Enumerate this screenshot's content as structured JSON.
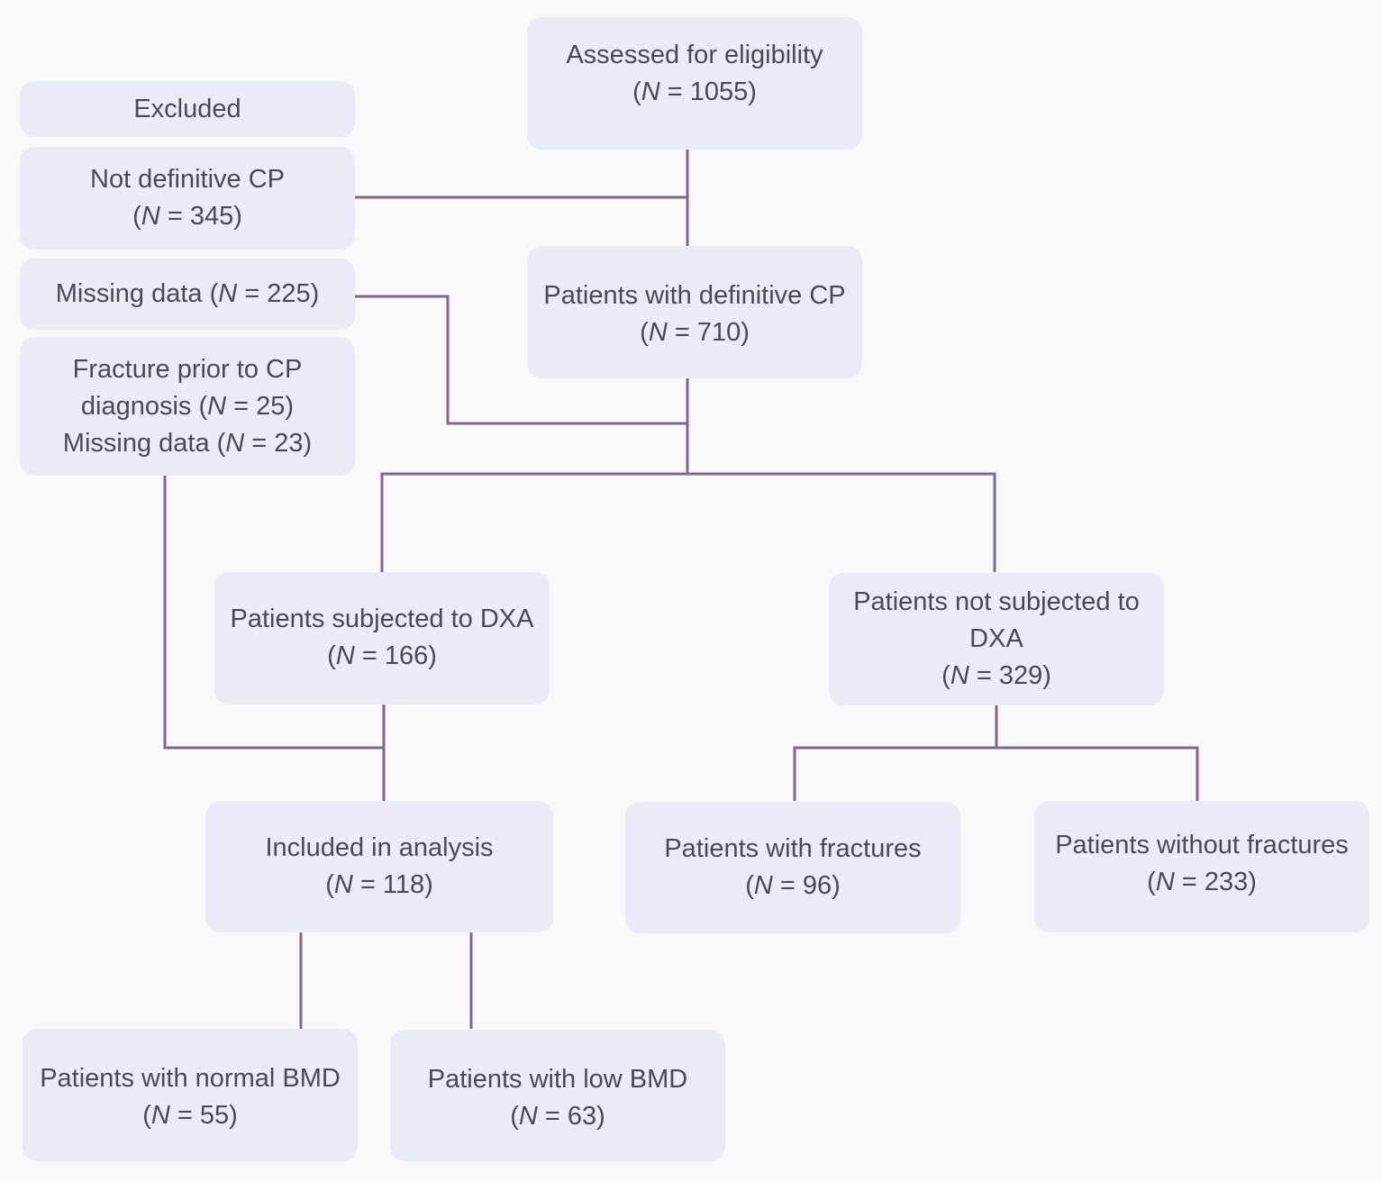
{
  "boxes": {
    "assessed": {
      "line1": "Assessed for eligibility",
      "count_prefix": "(",
      "n": "N",
      "count_suffix": " = 1055)"
    },
    "excluded": {
      "label": "Excluded"
    },
    "not_definitive": {
      "line1": "Not definitive CP",
      "count_prefix": "(",
      "n": "N",
      "count_suffix": " = 345)"
    },
    "missing_data_1": {
      "prefix": "Missing data (",
      "n": "N",
      "suffix": " = 225)"
    },
    "definitive": {
      "line1": "Patients with definitive CP",
      "count_prefix": "(",
      "n": "N",
      "count_suffix": " = 710)"
    },
    "fracture_prior": {
      "line1": "Fracture prior to CP",
      "line2_prefix": "diagnosis (",
      "line2_n": "N",
      "line2_suffix": " = 25)",
      "line3_prefix": "Missing data (",
      "line3_n": "N",
      "line3_suffix": " = 23)"
    },
    "dxa": {
      "line1": "Patients subjected to DXA",
      "count_prefix": "(",
      "n": "N",
      "count_suffix": " = 166)"
    },
    "no_dxa": {
      "line1": "Patients not subjected to",
      "line2": "DXA",
      "count_prefix": "(",
      "n": "N",
      "count_suffix": " = 329)"
    },
    "included": {
      "line1": "Included in analysis",
      "count_prefix": "(",
      "n": "N",
      "count_suffix": " = 118)"
    },
    "with_fractures": {
      "line1": "Patients with fractures",
      "count_prefix": "(",
      "n": "N",
      "count_suffix": " = 96)"
    },
    "without_fractures": {
      "line1": "Patients without fractures",
      "count_prefix": "(",
      "n": "N",
      "count_suffix": " = 233)"
    },
    "normal_bmd": {
      "line1": "Patients with normal BMD",
      "count_prefix": "(",
      "n": "N",
      "count_suffix": " = 55)"
    },
    "low_bmd": {
      "line1": "Patients with low BMD",
      "count_prefix": "(",
      "n": "N",
      "count_suffix": " = 63)"
    }
  },
  "colors": {
    "box_fill": "#ebebf6",
    "connector": "#7b6a8e",
    "text": "#4a4a56",
    "background": "#f9f9fb"
  }
}
